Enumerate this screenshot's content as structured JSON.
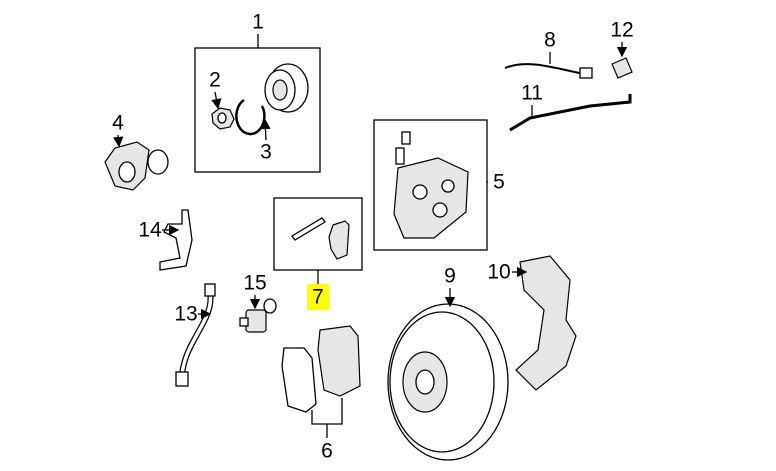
{
  "diagram": {
    "callouts": [
      {
        "id": "1",
        "label": "1"
      },
      {
        "id": "2",
        "label": "2"
      },
      {
        "id": "3",
        "label": "3"
      },
      {
        "id": "4",
        "label": "4"
      },
      {
        "id": "5",
        "label": "5"
      },
      {
        "id": "6",
        "label": "6"
      },
      {
        "id": "7",
        "label": "7",
        "highlighted": true
      },
      {
        "id": "8",
        "label": "8"
      },
      {
        "id": "9",
        "label": "9"
      },
      {
        "id": "10",
        "label": "10"
      },
      {
        "id": "11",
        "label": "11"
      },
      {
        "id": "12",
        "label": "12"
      },
      {
        "id": "13",
        "label": "13"
      },
      {
        "id": "14",
        "label": "14"
      },
      {
        "id": "15",
        "label": "15"
      }
    ],
    "highlight_color": "#ffff00"
  }
}
